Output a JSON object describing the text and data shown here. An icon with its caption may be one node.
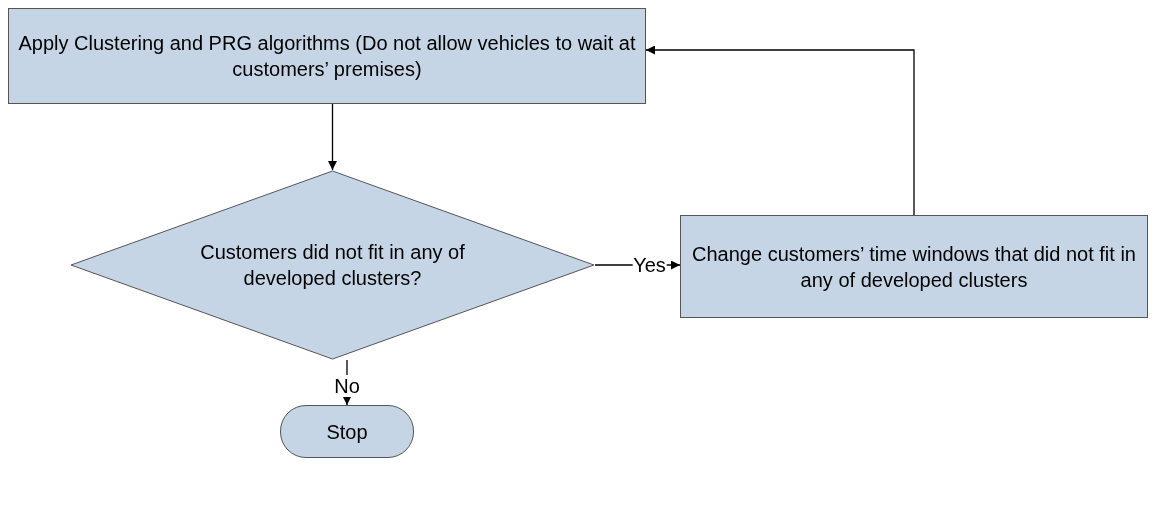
{
  "diagram": {
    "nodes": [
      {
        "text": [
          "Apply Clustering and PRG algorithms (Do not allow vehicles to wait at customers’ premises)"
        ]
      },
      {
        "text": [
          "Customers did not fit in any of developed clusters?"
        ]
      },
      {
        "text": [
          "Change customers’ time windows that did not fit in any of developed clusters"
        ]
      },
      {
        "text": [
          "Stop"
        ]
      }
    ],
    "edges": [
      {
        "from": 0,
        "to": 1,
        "arrow": "to"
      },
      {
        "from": 1,
        "to": 2,
        "arrow": "to",
        "label": "Yes"
      },
      {
        "from": 1,
        "to": 3,
        "arrow": "to",
        "label": "No"
      },
      {
        "from": 2,
        "to": 0,
        "arrow": "to"
      }
    ]
  }
}
